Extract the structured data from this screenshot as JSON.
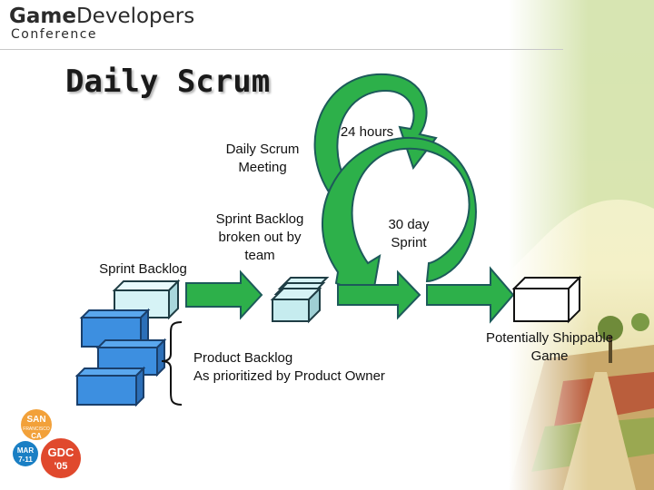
{
  "header": {
    "logo_line1_a": "Game",
    "logo_line1_b": "Developers",
    "logo_line2": "Conference"
  },
  "slide": {
    "title": "Daily Scrum"
  },
  "labels": {
    "hours": "24 hours",
    "daily_meeting": [
      "Daily Scrum",
      "Meeting"
    ],
    "sprint_backlog_broken": [
      "Sprint Backlog",
      "broken out by",
      "team"
    ],
    "sprint_30": [
      "30 day",
      "Sprint"
    ],
    "sprint_backlog": "Sprint Backlog",
    "product_backlog": [
      "Product Backlog",
      "As prioritized by Product Owner"
    ],
    "shippable": [
      "Potentially Shippable",
      "Game"
    ]
  },
  "badge": {
    "san": "SAN",
    "francisco": "FRANCISCO",
    "ca": "CA",
    "mar": "MAR",
    "dates": "7-11",
    "gdc": "GDC",
    "year": "'05"
  },
  "colors": {
    "arrow_green": "#2db04a",
    "arrow_outline": "#1d5a5a",
    "block_blue": "#3d8fe0",
    "block_light": "#d6f3f6"
  }
}
